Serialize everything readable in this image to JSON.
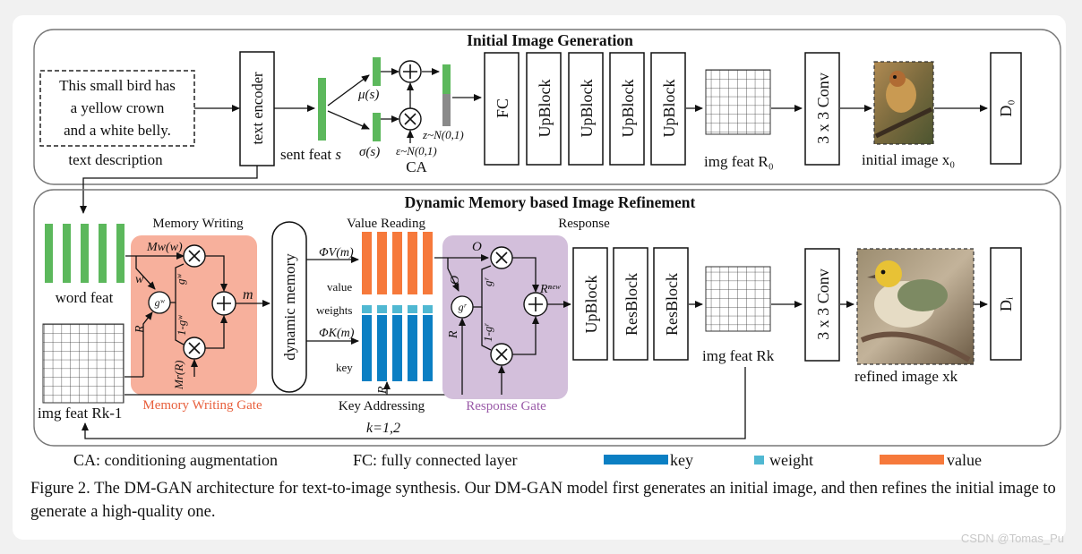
{
  "diagram": {
    "top_panel_title": "Initial Image Generation",
    "bottom_panel_title": "Dynamic Memory based Image Refinement",
    "text_description": [
      "This small bird has",
      "a yellow crown",
      "and a white belly."
    ],
    "text_description_label": "text description",
    "text_encoder": "text encoder",
    "sent_feat": "sent feat",
    "sent_feat_var": "s",
    "mu": "μ(s)",
    "sigma": "σ(s)",
    "epsilon": "ε~N(0,1)",
    "z": "z~N(0,1)",
    "ca": "CA",
    "fc": "FC",
    "upblock": "UpBlock",
    "resblock": "ResBlock",
    "img_feat_r0": "img feat R₀",
    "conv": "3 x 3 Conv",
    "initial_image": "initial image x₀",
    "d0": "D₀",
    "di": "Dᵢ",
    "word_feat": "word feat",
    "img_feat_rk1": "img feat Rk-1",
    "memory_writing": "Memory Writing",
    "memory_writing_gate": "Memory Writing Gate",
    "mw_w": "Mw(w)",
    "mr_r": "Mr(R)",
    "w": "w",
    "r": "R",
    "gw": "gʷ",
    "gw_top": "gʷ",
    "one_minus_gw": "1-gʷ",
    "m": "m",
    "dynamic_memory": "dynamic memory",
    "value_reading": "Value Reading",
    "phi_v": "ΦV(m)",
    "phi_k": "ΦK(m)",
    "value": "value",
    "weights": "weights",
    "key": "key",
    "key_addressing": "Key Addressing",
    "k_eq": "k=1,2",
    "response": "Response",
    "response_gate": "Response Gate",
    "o": "O",
    "gr": "gʳ",
    "one_minus_gr": "1-gʳ",
    "r_new": "Rⁿᵉʷ",
    "img_feat_rk": "img feat Rk",
    "refined_image": "refined image xk",
    "legend": {
      "ca": "CA: conditioning augmentation",
      "fc": "FC: fully connected layer",
      "key": "key",
      "weight": "weight",
      "value": "value"
    },
    "colors": {
      "green": "#5cb85c",
      "orange": "#f6793b",
      "blue": "#0b7fc3",
      "light_blue": "#50b8d2",
      "salmon": "#f7b09c",
      "lavender": "#d3bfdb",
      "gray": "#8a8a8a"
    }
  },
  "caption": "Figure 2. The DM-GAN architecture for text-to-image synthesis. Our DM-GAN model first generates an initial image, and then refines the initial image to generate a high-quality one.",
  "watermark": "CSDN @Tomas_Pu"
}
